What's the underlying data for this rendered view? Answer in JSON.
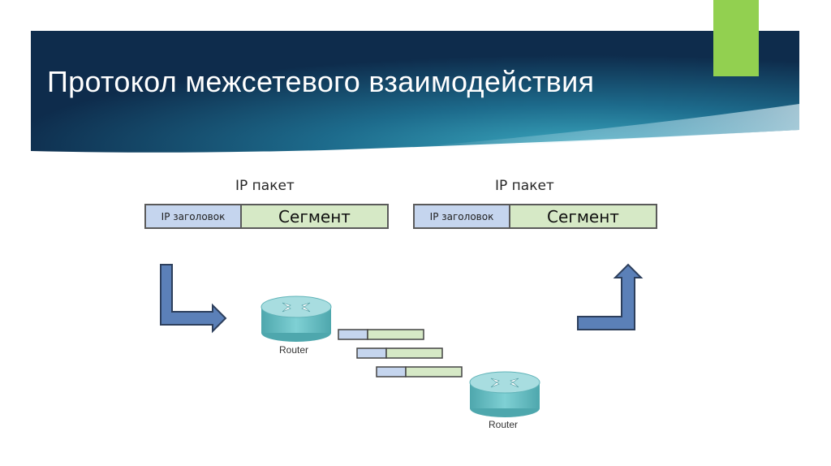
{
  "title": "Протокол межсетевого взаимодействия",
  "colors": {
    "banner_dark": "#0f2f4f",
    "banner_mid": "#1f6f8f",
    "banner_light": "#2e93ad",
    "accent": "#92d050",
    "header_fill": "#c5d5ee",
    "segment_fill": "#d6e9c6",
    "arrow_fill": "#5b80b8",
    "router_fill": "#6fbfc4"
  },
  "packets": [
    {
      "caption": "IP пакет",
      "header_label": "IP заголовок",
      "segment_label": "Сегмент"
    },
    {
      "caption": "IP пакет",
      "header_label": "IP заголовок",
      "segment_label": "Сегмент"
    }
  ],
  "routers": [
    {
      "label": "Router",
      "icon": "router-icon"
    },
    {
      "label": "Router",
      "icon": "router-icon"
    }
  ],
  "fragments": [
    {
      "name": "fragment-1"
    },
    {
      "name": "fragment-2"
    },
    {
      "name": "fragment-3"
    }
  ],
  "arrows": [
    {
      "name": "down-right-arrow"
    },
    {
      "name": "right-up-arrow"
    }
  ]
}
